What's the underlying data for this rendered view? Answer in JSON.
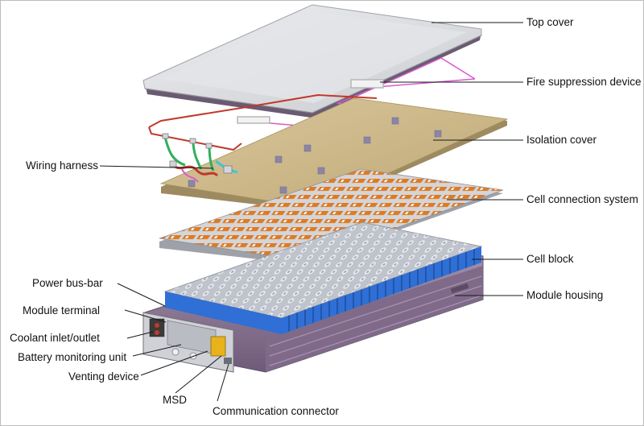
{
  "labels_right": {
    "top_cover": "Top cover",
    "fire_suppression_device": "Fire suppression device",
    "isolation_cover": "Isolation cover",
    "cell_connection_system": "Cell connection system",
    "cell_block": "Cell block",
    "module_housing": "Module housing"
  },
  "labels_left": {
    "wiring_harness": "Wiring harness",
    "power_bus_bar": "Power bus-bar",
    "module_terminal": "Module terminal",
    "coolant_inlet_outlet": "Coolant inlet/outlet",
    "battery_monitoring_unit": "Battery monitoring unit",
    "venting_device": "Venting device",
    "msd": "MSD"
  },
  "labels_bottom": {
    "communication_connector": "Communication connector"
  },
  "colors": {
    "top_cover": "#d9dadc",
    "isolation_cover": "#cdb98c",
    "cell_connection_bars": "#e07a1f",
    "cell_block_blue": "#2f6fd6",
    "cell_top": "#c9ccd3",
    "module_housing": "#8d7896",
    "wire_pink": "#d85ad0",
    "wire_red": "#c0392b",
    "wire_green": "#2fb05a",
    "wire_cyan": "#38c8d8",
    "msd_yellow": "#e7b21c"
  }
}
